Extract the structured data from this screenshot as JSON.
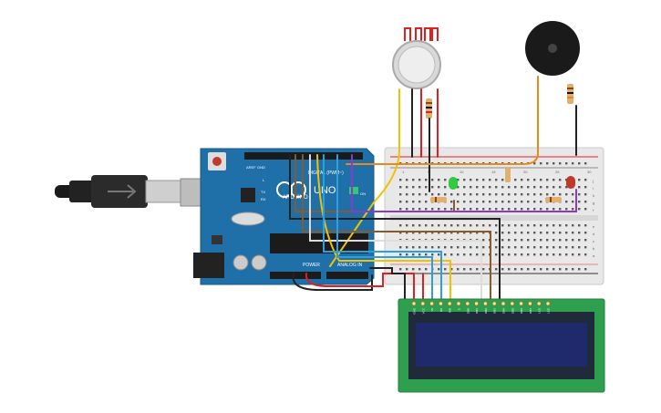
{
  "arduino": {
    "brand": "ARDUINO",
    "model": "UNO",
    "digital_label": "DIGITAL (PWM~)",
    "power_label": "POWER",
    "analog_label": "ANALOG IN",
    "on_label": "ON",
    "l_label": "L",
    "tx_label": "TX",
    "rx_label": "RX",
    "aref_label": "AREF",
    "gnd_label": "GND"
  },
  "breadboard": {
    "column_numbers": [
      "1",
      "5",
      "10",
      "15",
      "20",
      "25",
      "30"
    ],
    "row_letters_top": [
      "j",
      "i",
      "h",
      "g",
      "f"
    ],
    "row_letters_bottom": [
      "e",
      "d",
      "c",
      "b",
      "a"
    ]
  },
  "lcd": {
    "pins": [
      "GND",
      "VCC",
      "V0",
      "RS",
      "RW",
      "E",
      "DB0",
      "DB1",
      "DB2",
      "DB3",
      "DB4",
      "DB5",
      "DB6",
      "DB7",
      "LED",
      "LED"
    ]
  },
  "colors": {
    "board_blue": "#1f6fa8",
    "lcd_green": "#2e9e4f",
    "lcd_screen": "#1e2a6b",
    "wire_red": "#e02020",
    "wire_black": "#222222",
    "wire_yellow": "#f2c200",
    "wire_orange": "#e8891c",
    "wire_purple": "#8a3ac6",
    "wire_brown": "#8b5a2b",
    "wire_blue": "#2aa0e0",
    "wire_white": "#dddddd"
  }
}
